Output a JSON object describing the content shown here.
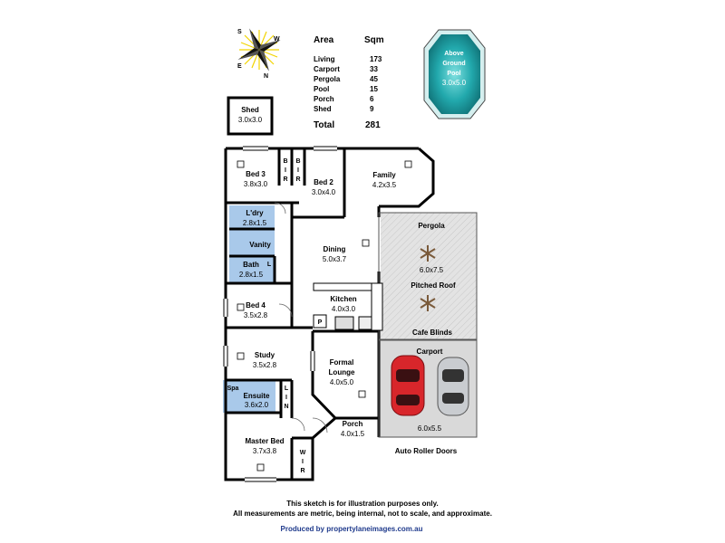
{
  "compass": {
    "n": "N",
    "s": "S",
    "e": "E",
    "w": "W"
  },
  "area_table": {
    "header_area": "Area",
    "header_sqm": "Sqm",
    "rows": [
      {
        "label": "Living",
        "value": "173"
      },
      {
        "label": "Carport",
        "value": "33"
      },
      {
        "label": "Pergola",
        "value": "45"
      },
      {
        "label": "Pool",
        "value": "15"
      },
      {
        "label": "Porch",
        "value": "6"
      },
      {
        "label": "Shed",
        "value": "9"
      }
    ],
    "total_label": "Total",
    "total_value": "281"
  },
  "pool": {
    "line1": "Above",
    "line2": "Ground",
    "line3": "Pool",
    "dims": "3.0x5.0",
    "color": "#22a9ad"
  },
  "shed": {
    "name": "Shed",
    "dims": "3.0x3.0"
  },
  "rooms": {
    "bed3": {
      "name": "Bed 3",
      "dims": "3.8x3.0"
    },
    "bir1": {
      "l1": "B",
      "l2": "I",
      "l3": "R"
    },
    "bir2": {
      "l1": "B",
      "l2": "I",
      "l3": "R"
    },
    "bed2": {
      "name": "Bed 2",
      "dims": "3.0x4.0"
    },
    "family": {
      "name": "Family",
      "dims": "4.2x3.5"
    },
    "ldry": {
      "name": "L'dry",
      "dims": "2.8x1.5"
    },
    "vanity": {
      "name": "Vanity"
    },
    "bath": {
      "name": "Bath",
      "dims": "2.8x1.5"
    },
    "linen_l": {
      "name": "L"
    },
    "dining": {
      "name": "Dining",
      "dims": "5.0x3.7"
    },
    "pergola": {
      "name": "Pergola",
      "dims": "6.0x7.5",
      "note": "Pitched Roof",
      "blinds": "Cafe Blinds"
    },
    "bed4": {
      "name": "Bed 4",
      "dims": "3.5x2.8"
    },
    "kitchen": {
      "name": "Kitchen",
      "dims": "4.0x3.0",
      "pantry": "P"
    },
    "study": {
      "name": "Study",
      "dims": "3.5x2.8"
    },
    "formal": {
      "name1": "Formal",
      "name2": "Lounge",
      "dims": "4.0x5.0"
    },
    "carport": {
      "name": "Carport",
      "dims": "6.0x5.5",
      "doors": "Auto Roller Doors"
    },
    "spa": {
      "name": "Spa"
    },
    "ensuite": {
      "name": "Ensuite",
      "dims": "3.6x2.0"
    },
    "lin": {
      "l1": "L",
      "l2": "I",
      "l3": "N"
    },
    "porch": {
      "name": "Porch",
      "dims": "4.0x1.5"
    },
    "master": {
      "name": "Master Bed",
      "dims": "3.7x3.8"
    },
    "wir": {
      "l1": "W",
      "l2": "I",
      "l3": "R"
    }
  },
  "footer": {
    "line1": "This sketch is for illustration purposes only.",
    "line2": "All measurements are metric, being internal, not to scale, and approximate.",
    "credit": "Produced by propertylaneimages.com.au"
  },
  "colors": {
    "wall": "#000000",
    "wet_area": "#a9c9ea",
    "pergola_fill": "#e2e2e2",
    "carport_fill": "#d9d9d9",
    "car_red": "#d8262b",
    "car_silver": "#c9ccd0",
    "credit_blue": "#1f3a8c"
  }
}
